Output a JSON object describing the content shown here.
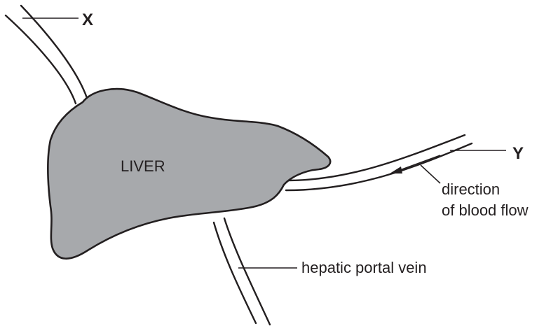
{
  "labels": {
    "x": "X",
    "y": "Y",
    "liver": "LIVER",
    "direction_line1": "direction",
    "direction_line2": "of blood flow",
    "hepatic_portal_vein": "hepatic portal vein"
  },
  "colors": {
    "liver_fill": "#a7a9ac",
    "outline": "#231f20",
    "background": "#ffffff"
  },
  "icons": {
    "flow_arrow": "arrow-left-icon"
  }
}
